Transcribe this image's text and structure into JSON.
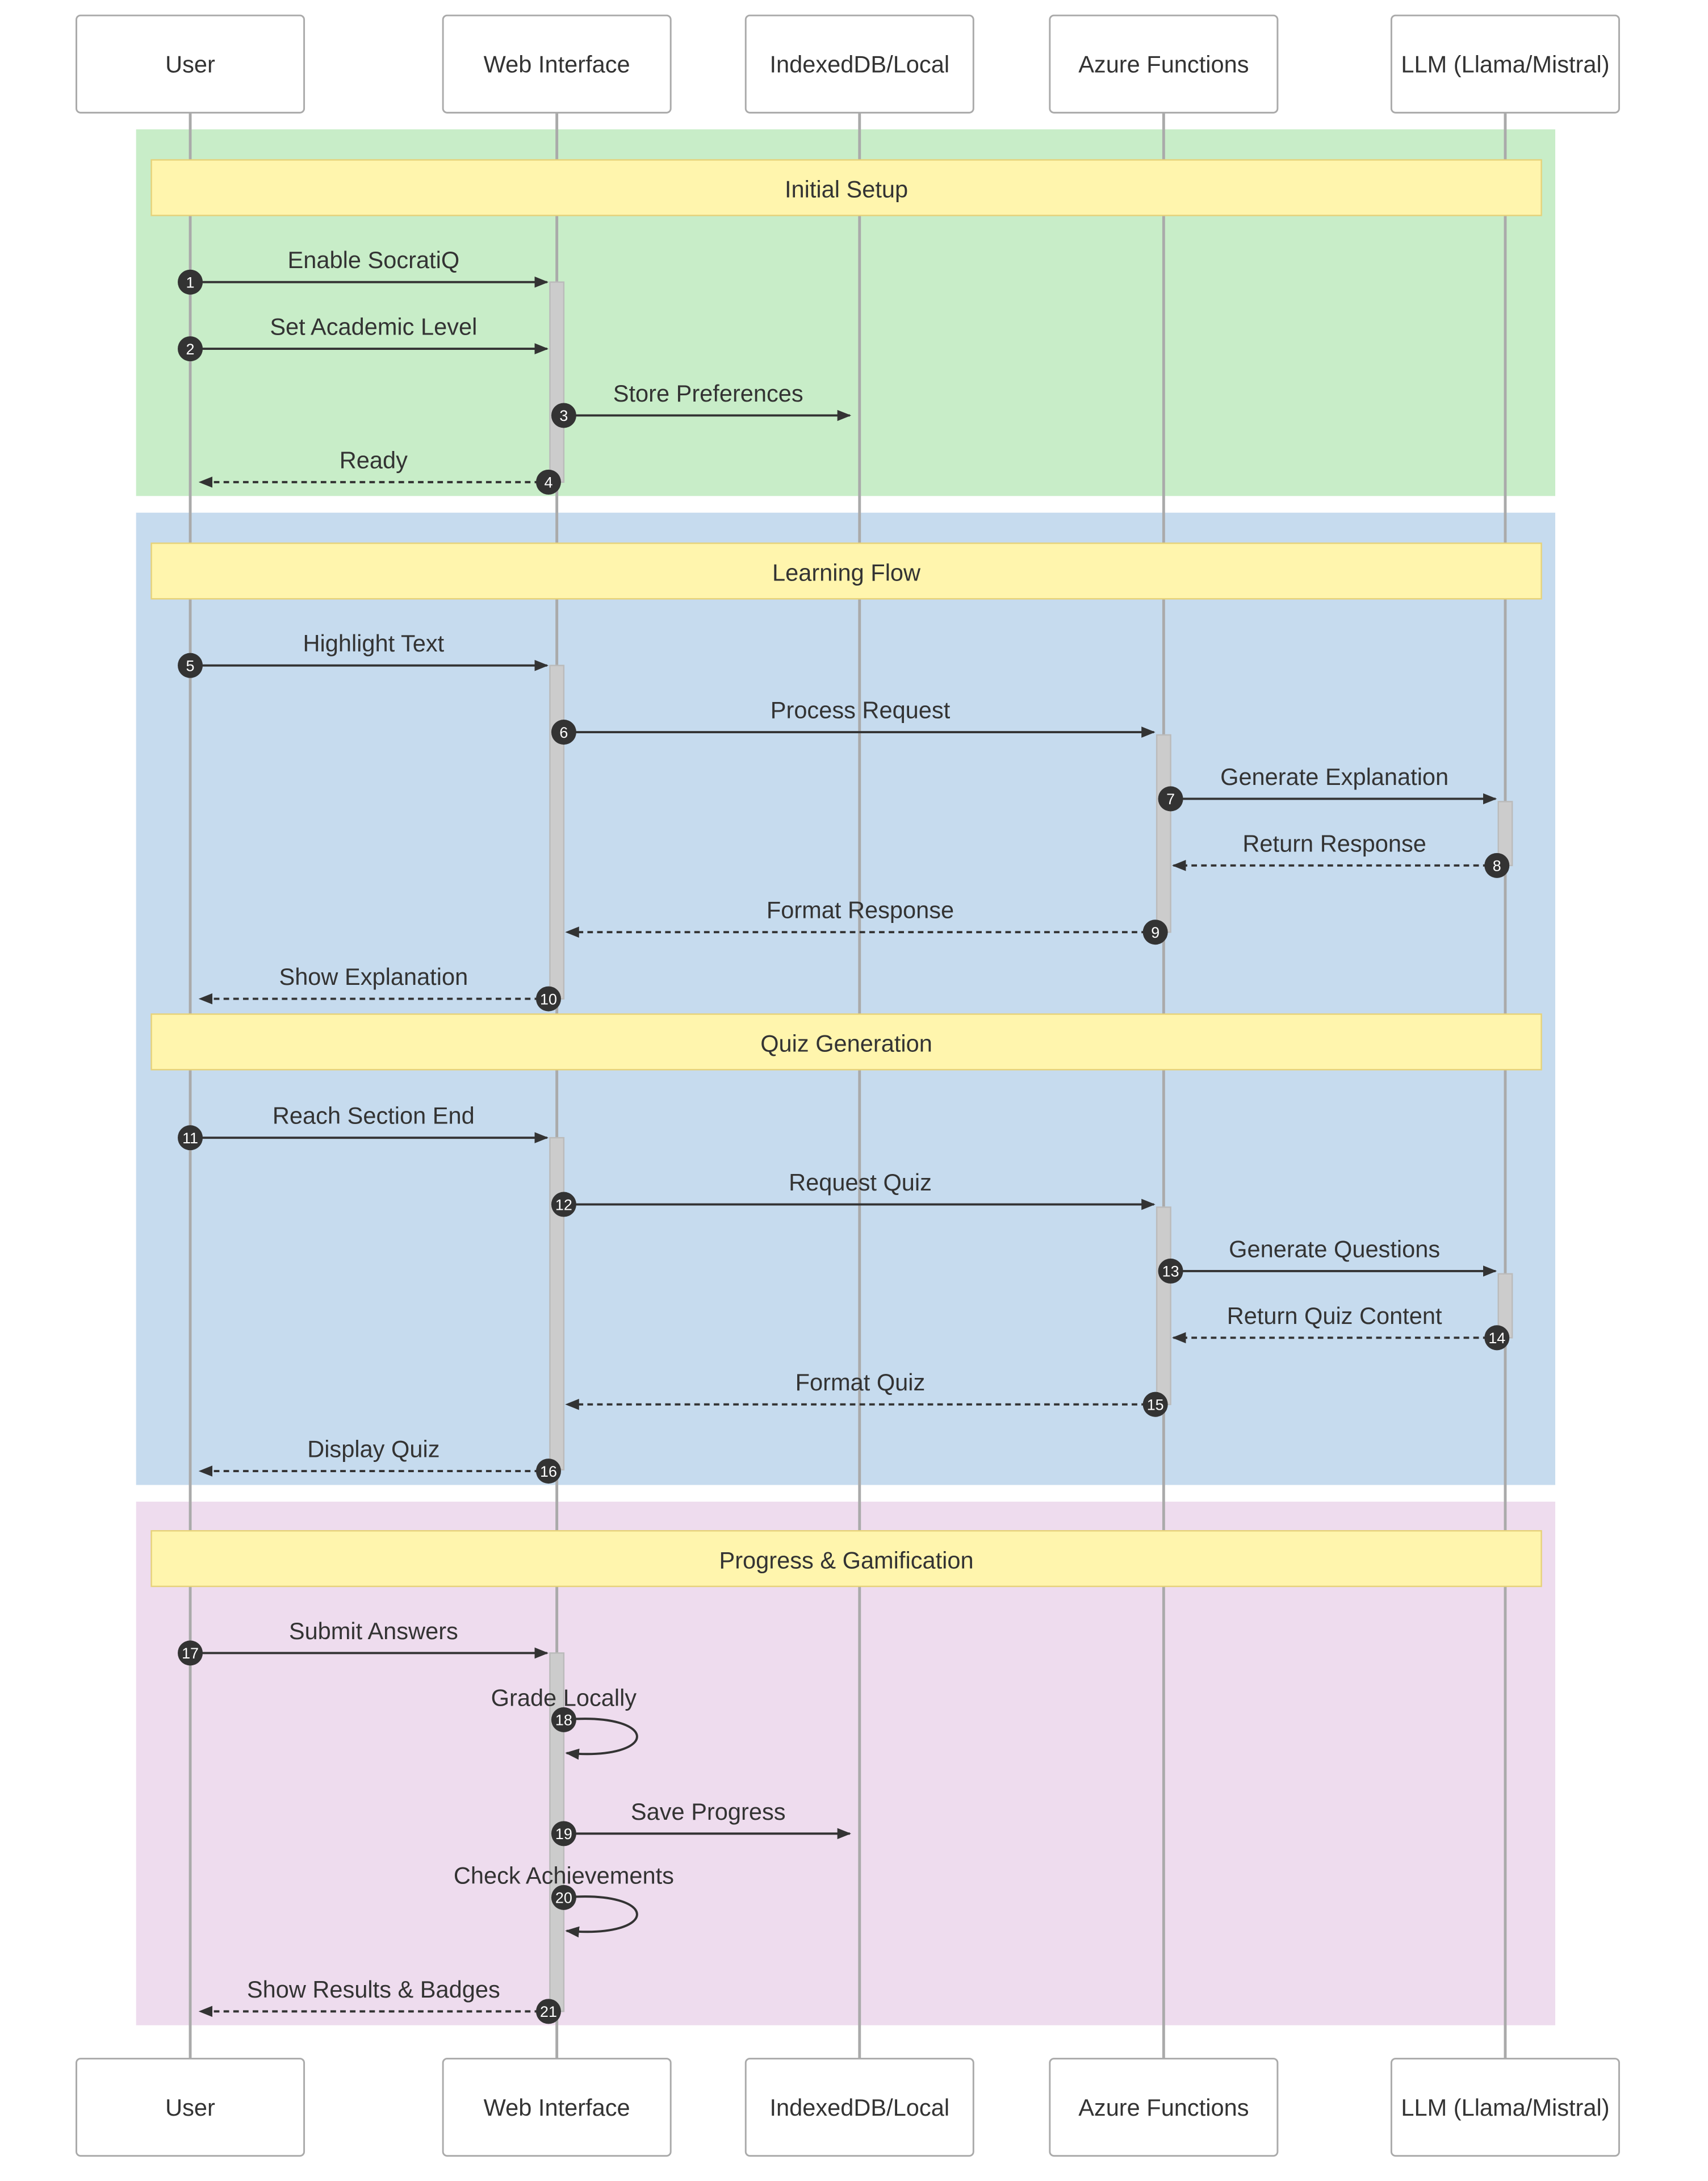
{
  "participants": [
    {
      "id": "user",
      "label": "User"
    },
    {
      "id": "web",
      "label": "Web Interface"
    },
    {
      "id": "db",
      "label": "IndexedDB/Local"
    },
    {
      "id": "azure",
      "label": "Azure Functions"
    },
    {
      "id": "llm",
      "label": "LLM (Llama/Mistral)"
    }
  ],
  "groups": [
    {
      "id": "setup",
      "color": "#c8edc8"
    },
    {
      "id": "learning",
      "color": "#c6dbee"
    },
    {
      "id": "progress",
      "color": "#eedcee"
    }
  ],
  "notes": [
    {
      "id": "initial-setup",
      "label": "Initial Setup"
    },
    {
      "id": "learning-flow",
      "label": "Learning Flow"
    },
    {
      "id": "quiz-generation",
      "label": "Quiz Generation"
    },
    {
      "id": "progress-gamification",
      "label": "Progress & Gamification"
    }
  ],
  "messages": [
    {
      "n": 1,
      "from": "user",
      "to": "web",
      "label": "Enable SocratiQ",
      "style": "solid"
    },
    {
      "n": 2,
      "from": "user",
      "to": "web",
      "label": "Set Academic Level",
      "style": "solid"
    },
    {
      "n": 3,
      "from": "web",
      "to": "db",
      "label": "Store Preferences",
      "style": "solid"
    },
    {
      "n": 4,
      "from": "web",
      "to": "user",
      "label": "Ready",
      "style": "dashed"
    },
    {
      "n": 5,
      "from": "user",
      "to": "web",
      "label": "Highlight Text",
      "style": "solid"
    },
    {
      "n": 6,
      "from": "web",
      "to": "azure",
      "label": "Process Request",
      "style": "solid"
    },
    {
      "n": 7,
      "from": "azure",
      "to": "llm",
      "label": "Generate Explanation",
      "style": "solid"
    },
    {
      "n": 8,
      "from": "llm",
      "to": "azure",
      "label": "Return Response",
      "style": "dashed"
    },
    {
      "n": 9,
      "from": "azure",
      "to": "web",
      "label": "Format Response",
      "style": "dashed"
    },
    {
      "n": 10,
      "from": "web",
      "to": "user",
      "label": "Show Explanation",
      "style": "dashed"
    },
    {
      "n": 11,
      "from": "user",
      "to": "web",
      "label": "Reach Section End",
      "style": "solid"
    },
    {
      "n": 12,
      "from": "web",
      "to": "azure",
      "label": "Request Quiz",
      "style": "solid"
    },
    {
      "n": 13,
      "from": "azure",
      "to": "llm",
      "label": "Generate Questions",
      "style": "solid"
    },
    {
      "n": 14,
      "from": "llm",
      "to": "azure",
      "label": "Return Quiz Content",
      "style": "dashed"
    },
    {
      "n": 15,
      "from": "azure",
      "to": "web",
      "label": "Format Quiz",
      "style": "dashed"
    },
    {
      "n": 16,
      "from": "web",
      "to": "user",
      "label": "Display Quiz",
      "style": "dashed"
    },
    {
      "n": 17,
      "from": "user",
      "to": "web",
      "label": "Submit Answers",
      "style": "solid"
    },
    {
      "n": 18,
      "from": "web",
      "to": "web",
      "label": "Grade Locally",
      "style": "solid"
    },
    {
      "n": 19,
      "from": "web",
      "to": "db",
      "label": "Save Progress",
      "style": "solid"
    },
    {
      "n": 20,
      "from": "web",
      "to": "web",
      "label": "Check Achievements",
      "style": "solid"
    },
    {
      "n": 21,
      "from": "web",
      "to": "user",
      "label": "Show Results & Badges",
      "style": "dashed"
    }
  ],
  "colors": {
    "note_fill": "#fff5ad",
    "note_stroke": "#e6d27a",
    "lifeline": "#aaaaaa",
    "activation": "#cccccc",
    "arrow": "#333333",
    "badge": "#333333"
  }
}
